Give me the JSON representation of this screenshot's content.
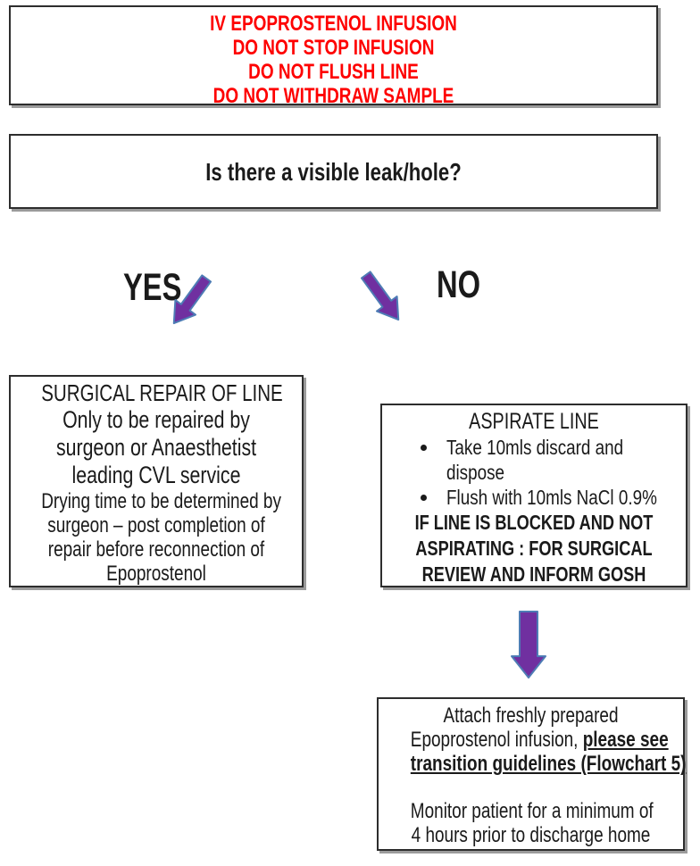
{
  "colors": {
    "warning_red": "#FE0000",
    "arrow_fill": "#7030A0",
    "arrow_outline": "#4E7CB5",
    "box_border": "#2D2D2D"
  },
  "warning_box": {
    "lines": [
      "IV EPOPROSTENOL INFUSION",
      "DO NOT STOP INFUSION",
      "DO NOT FLUSH LINE",
      "DO NOT WITHDRAW SAMPLE"
    ]
  },
  "question_box": {
    "text": "Is there a visible leak/hole?"
  },
  "branch_yes": {
    "label": "YES"
  },
  "branch_no": {
    "label": "NO"
  },
  "icons": {
    "yes_arrow": "arrow-down-left",
    "no_arrow": "arrow-down-right",
    "flow_arrow": "arrow-down"
  },
  "surgical_box": {
    "title_lines": [
      "SURGICAL REPAIR OF LINE"
    ],
    "body_lines": [
      "Only to be repaired by",
      "surgeon or Anaesthetist",
      "leading CVL service"
    ],
    "note_lines": [
      "Drying time to be determined by",
      "surgeon – post completion of",
      "repair before reconnection of",
      "Epoprostenol"
    ]
  },
  "aspirate_box": {
    "title_lines": [
      "ASPIRATE LINE"
    ],
    "bullets": [
      [
        "Take 10mls discard and",
        "dispose"
      ],
      [
        "Flush with 10mls NaCl 0.9%"
      ]
    ],
    "warning_lines": [
      "IF LINE IS BLOCKED AND NOT",
      "ASPIRATING : FOR SURGICAL",
      "REVIEW AND INFORM GOSH"
    ]
  },
  "attach_box": {
    "line1": "Attach freshly prepared",
    "line2_regular": "Epoprostenol infusion, ",
    "line2_bold": "please see",
    "line3_bold": "transition guidelines (Flowchart 5)",
    "monitor_line1": "Monitor patient for a minimum of",
    "monitor_line2": "4 hours prior to discharge home"
  }
}
